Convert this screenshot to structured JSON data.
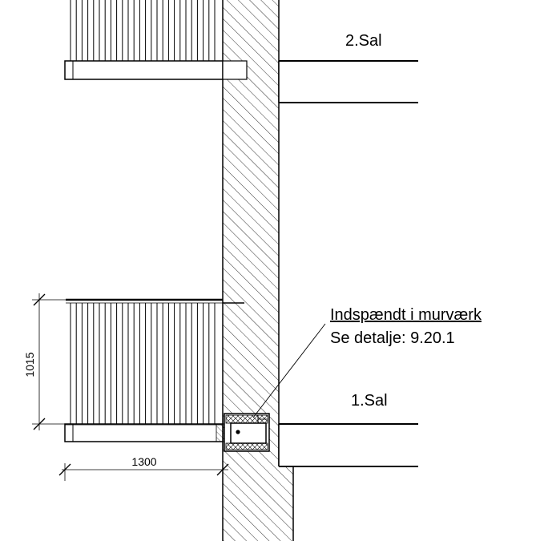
{
  "floors": {
    "upper": "2.Sal",
    "lower": "1.Sal"
  },
  "annotation": {
    "title": "Indspændt i murværk",
    "detail": "Se detalje: 9.20.1"
  },
  "dimensions": {
    "railing_height": "1015",
    "balcony_depth": "1300"
  }
}
